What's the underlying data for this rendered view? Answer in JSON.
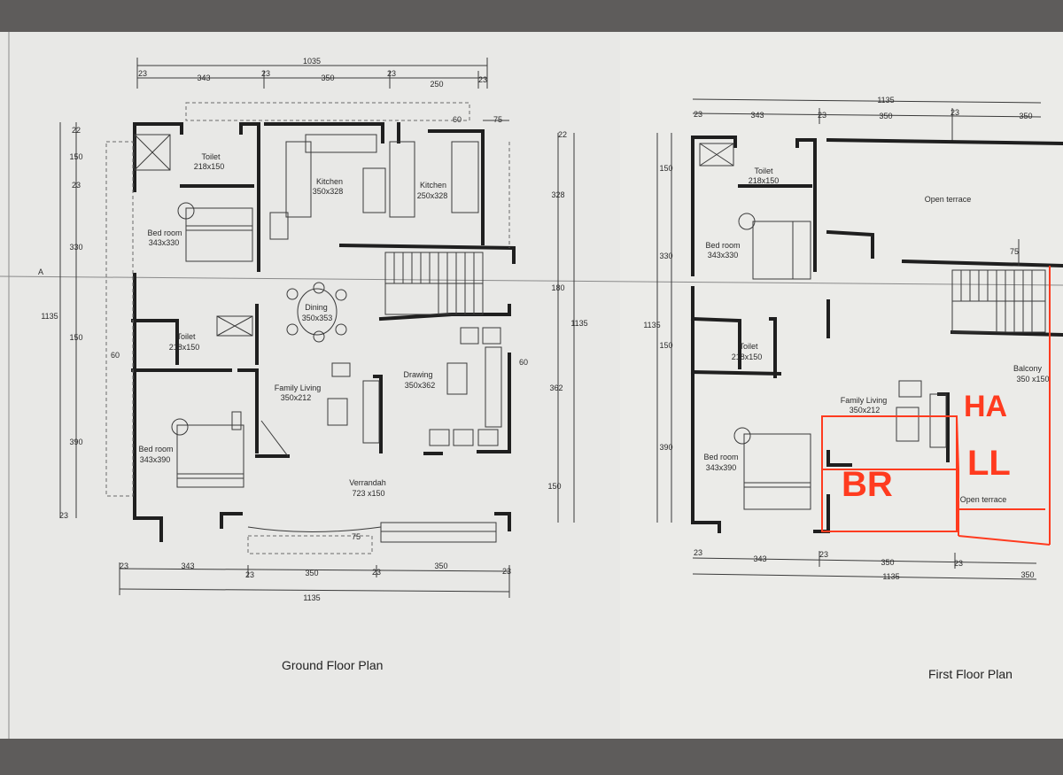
{
  "ground": {
    "title": "Ground Floor Plan",
    "rooms": {
      "toilet1": {
        "name": "Toilet",
        "size": "218x150"
      },
      "kitchen1": {
        "name": "Kitchen",
        "size": "350x328"
      },
      "kitchen2": {
        "name": "Kitchen",
        "size": "250x328"
      },
      "bedroom1": {
        "name": "Bed room",
        "size": "343x330"
      },
      "dining": {
        "name": "Dining",
        "size": "350x353"
      },
      "toilet2": {
        "name": "Toilet",
        "size": "218x150"
      },
      "drawing": {
        "name": "Drawing",
        "size": "350x362"
      },
      "family": {
        "name": "Family Living",
        "size": "350x212"
      },
      "bedroom2": {
        "name": "Bed room",
        "size": "343x390"
      },
      "verandah": {
        "name": "Verrandah",
        "size": "723 x150"
      }
    },
    "dims": {
      "top_total": "1035",
      "top_23a": "23",
      "top_343": "343",
      "top_23b": "23",
      "top_350": "350",
      "top_23c": "23",
      "top_250": "250",
      "top_23d": "23",
      "top_60": "60",
      "top_75": "75",
      "left_22": "22",
      "left_150": "150",
      "left_23a": "23",
      "left_330": "330",
      "left_1135": "1135",
      "left_150b": "150",
      "left_60": "60",
      "left_390": "390",
      "left_23b": "23",
      "right_22": "22",
      "right_328": "328",
      "right_180": "180",
      "right_1135": "1135",
      "right_60": "60",
      "right_362": "362",
      "right_150": "150",
      "bot_23a": "23",
      "bot_343": "343",
      "bot_23b": "23",
      "bot_350a": "350",
      "bot_23c": "23",
      "bot_350b": "350",
      "bot_23d": "23",
      "bot_total": "1135",
      "bot_75": "75",
      "axis_a": "A"
    }
  },
  "first": {
    "title": "First Floor Plan",
    "rooms": {
      "toilet1": {
        "name": "Toilet",
        "size": "218x150"
      },
      "open_terrace1": {
        "name": "Open terrace"
      },
      "bedroom1": {
        "name": "Bed room",
        "size": "343x330"
      },
      "toilet2": {
        "name": "Toilet",
        "size": "218x150"
      },
      "balcony": {
        "name": "Balcony",
        "size": "350 x150"
      },
      "family": {
        "name": "Family Living",
        "size": "350x212"
      },
      "bedroom2": {
        "name": "Bed room",
        "size": "343x390"
      },
      "open_terrace2": {
        "name": "Open terrace"
      }
    },
    "dims": {
      "top_total": "1135",
      "top_23a": "23",
      "top_343": "343",
      "top_23b": "23",
      "top_350a": "350",
      "top_23c": "23",
      "top_350b": "350",
      "left_150": "150",
      "left_330": "330",
      "left_1135": "1135",
      "left_150b": "150",
      "left_390": "390",
      "right_75": "75",
      "bot_23a": "23",
      "bot_343": "343",
      "bot_23b": "23",
      "bot_350a": "350",
      "bot_23c": "23",
      "bot_total": "1135",
      "bot_350b": "350"
    }
  },
  "markup": {
    "br": "BR",
    "ha": "HA",
    "ll": "LL",
    "color": "#ff3b1f"
  },
  "colors": {
    "paper": "#e9e9e7",
    "wall": "#1f1f1f",
    "background": "#5e5c5b"
  }
}
